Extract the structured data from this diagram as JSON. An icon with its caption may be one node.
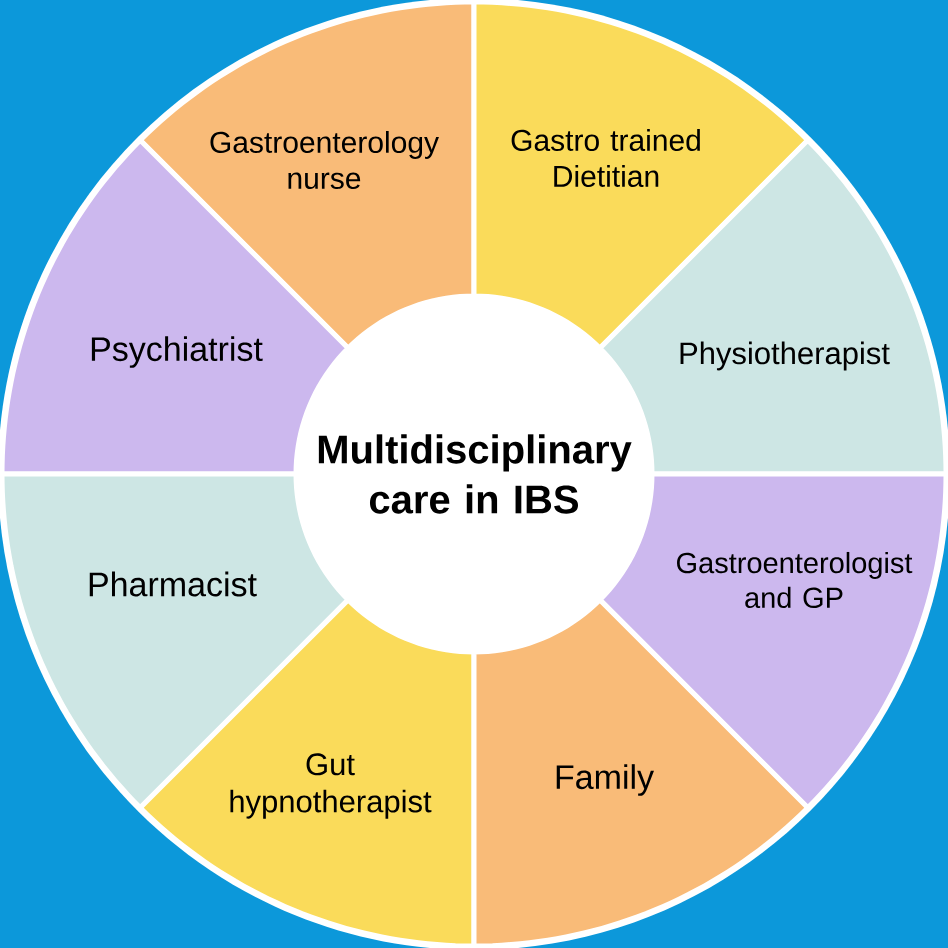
{
  "diagram": {
    "nodes": [
      {
        "text": [
          "Gastroenterology nurse"
        ]
      },
      {
        "text": [
          "Gastro trained Dietitian"
        ]
      },
      {
        "text": [
          "Psychiatrist"
        ]
      },
      {
        "text": [
          "Physiotherapist"
        ]
      },
      {
        "text": [
          "Multidisciplinary care in IBS"
        ]
      },
      {
        "text": [
          "Pharmacist"
        ]
      },
      {
        "text": [
          "Gastroenterologist and GP"
        ]
      },
      {
        "text": [
          "Gut hypnotherapist"
        ]
      },
      {
        "text": [
          "Family"
        ]
      }
    ]
  }
}
